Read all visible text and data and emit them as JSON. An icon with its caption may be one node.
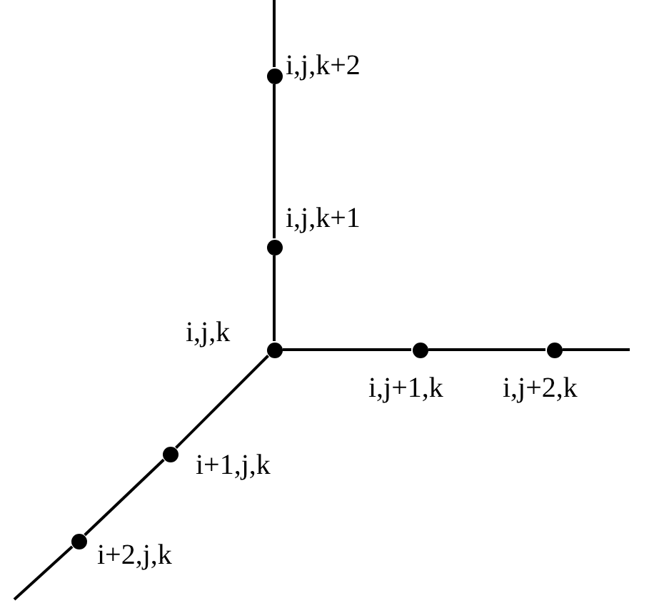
{
  "diagram": {
    "nodes": [
      {
        "text": [],
        "shape": "circle",
        "beside": [
          "i,j,k+2"
        ]
      },
      {
        "text": [],
        "shape": "circle",
        "beside": [
          "i,j,k+1"
        ]
      },
      {
        "text": [],
        "shape": "circle",
        "beside": [
          "i,j,k"
        ]
      },
      {
        "text": [],
        "shape": "circle",
        "beside": [
          "i,j+1,k"
        ]
      },
      {
        "text": [],
        "shape": "circle",
        "beside": [
          "i,j+2,k"
        ]
      },
      {
        "text": [],
        "shape": "circle",
        "beside": [
          "i+1,j,k"
        ]
      },
      {
        "text": [],
        "shape": "circle",
        "beside": [
          "i+2,j,k"
        ]
      }
    ],
    "edges": [
      {
        "from": null,
        "to": 0,
        "arrow": "none"
      },
      {
        "from": 0,
        "to": 1,
        "arrow": "none"
      },
      {
        "from": 1,
        "to": 2,
        "arrow": "none"
      },
      {
        "from": 2,
        "to": 3,
        "arrow": "none"
      },
      {
        "from": 3,
        "to": 4,
        "arrow": "none"
      },
      {
        "from": 4,
        "to": null,
        "arrow": "none"
      },
      {
        "from": 2,
        "to": 5,
        "arrow": "none"
      },
      {
        "from": 5,
        "to": 6,
        "arrow": "none"
      },
      {
        "from": 6,
        "to": null,
        "arrow": "none"
      }
    ]
  }
}
